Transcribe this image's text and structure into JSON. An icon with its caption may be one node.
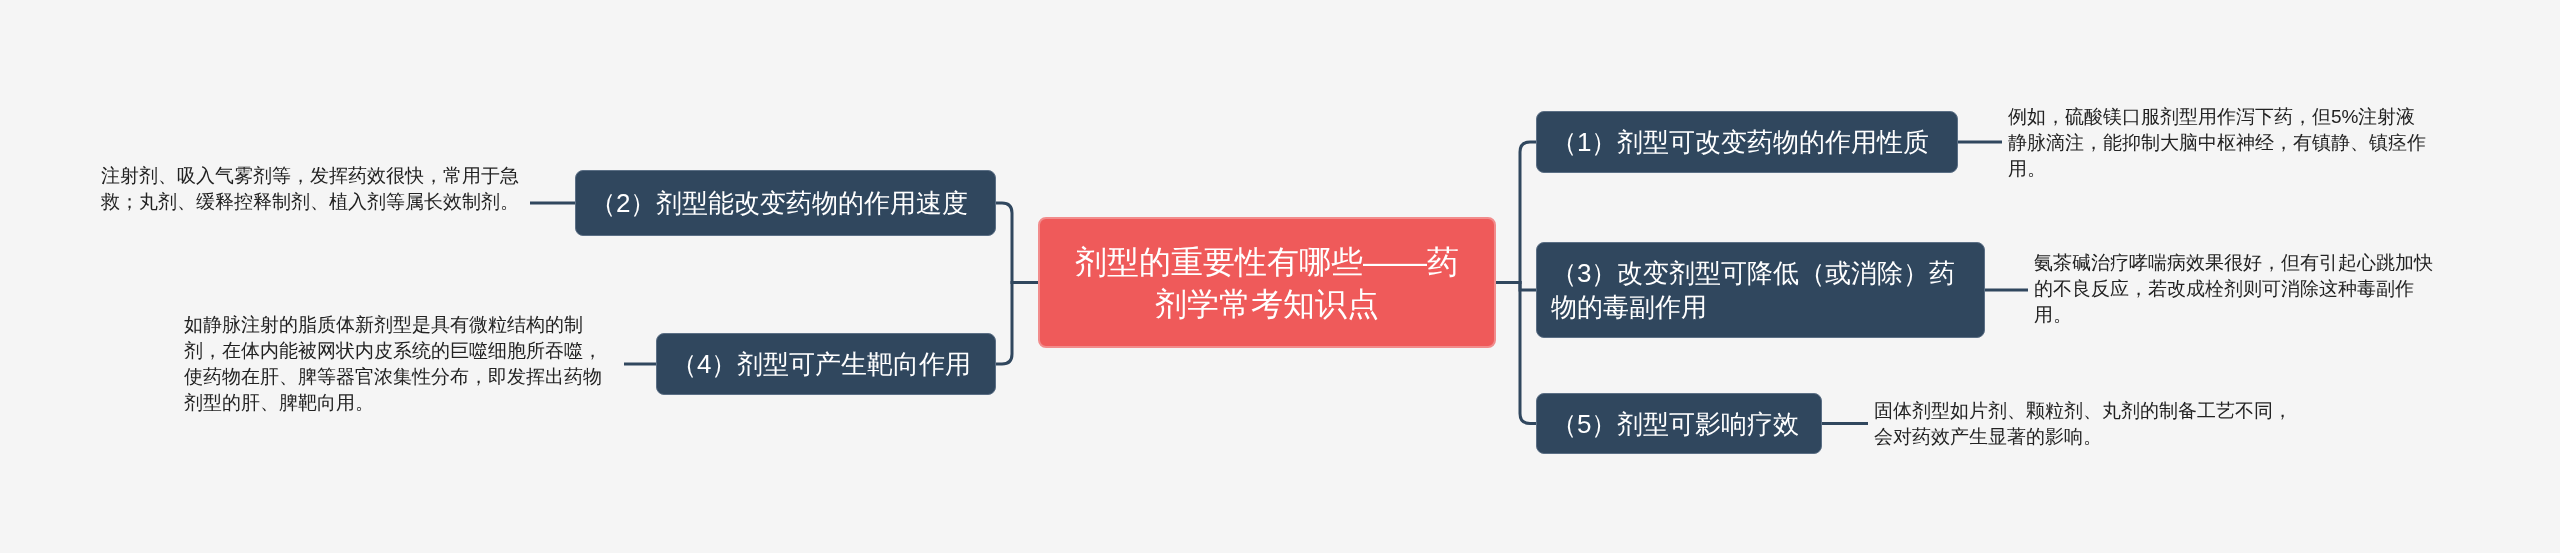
{
  "diagram": {
    "nodes": [
      {
        "text": [
          "剂型的重要性有哪些——药剂学常考知识点"
        ]
      },
      {
        "text": [
          "（2）剂型能改变药物的作用速度"
        ]
      },
      {
        "text": [
          "注射剂、吸入气雾剂等，发挥药效很快，常用于急救；丸剂、缓释控释制剂、植入剂等属长效制剂。"
        ]
      },
      {
        "text": [
          "（4）剂型可产生靶向作用"
        ]
      },
      {
        "text": [
          "如静脉注射的脂质体新剂型是具有微粒结构的制剂，在体内能被网状内皮系统的巨噬细胞所吞噬，使药物在肝、脾等器官浓集性分布，即发挥出药物剂型的肝、脾靶向用。"
        ]
      },
      {
        "text": [
          "（1）剂型可改变药物的作用性质"
        ]
      },
      {
        "text": [
          "例如，硫酸镁口服剂型用作泻下药，但5%注射液静脉滴注，能抑制大脑中枢神经，有镇静、镇痉作用。"
        ]
      },
      {
        "text": [
          "（3）改变剂型可降低（或消除）药物的毒副作用"
        ]
      },
      {
        "text": [
          "氨茶碱治疗哮喘病效果很好，但有引起心跳加快的不良反应，若改成栓剂则可消除这种毒副作用。"
        ]
      },
      {
        "text": [
          "（5）剂型可影响疗效"
        ]
      },
      {
        "text": [
          "固体剂型如片剂、颗粒剂、丸剂的制备工艺不同，会对药效产生显著的影响。"
        ]
      }
    ],
    "edges": [
      {
        "from": 0,
        "to": 1,
        "arrow": "none"
      },
      {
        "from": 0,
        "to": 3,
        "arrow": "none"
      },
      {
        "from": 0,
        "to": 5,
        "arrow": "none"
      },
      {
        "from": 0,
        "to": 7,
        "arrow": "none"
      },
      {
        "from": 0,
        "to": 9,
        "arrow": "none"
      },
      {
        "from": 1,
        "to": 2,
        "arrow": "none"
      },
      {
        "from": 3,
        "to": 4,
        "arrow": "none"
      },
      {
        "from": 5,
        "to": 6,
        "arrow": "none"
      },
      {
        "from": 7,
        "to": 8,
        "arrow": "none"
      },
      {
        "from": 9,
        "to": 10,
        "arrow": "none"
      }
    ]
  }
}
